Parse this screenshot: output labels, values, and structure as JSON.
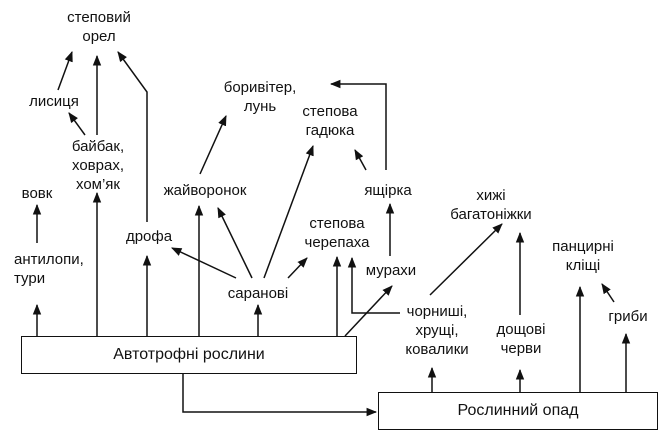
{
  "nodes": {
    "steppe_eagle": "степовий\nорел",
    "fox": "лисиця",
    "marmot": "байбак,\nховрах,\nхом’як",
    "wolf": "вовк",
    "antelope": "антилопи,\nтури",
    "bustard": "дрофа",
    "lark": "жайворонок",
    "kestrel": "боривітер,\nлунь",
    "viper": "степова\nгадюка",
    "lizard": "ящірка",
    "locust": "саранові",
    "turtle": "степова\nчерепаха",
    "ants": "мурахи",
    "centipedes": "хижі\nбагатоніжки",
    "beetles": "чорниші,\nхрущі,\nковалики",
    "worms": "дощові\nчерви",
    "mites": "панцирні\nкліщі",
    "fungi": "гриби",
    "autotrophs": "Автотрофні рослини",
    "litter": "Рослинний опад"
  },
  "colors": {
    "line": "#111111",
    "background": "#ffffff"
  }
}
